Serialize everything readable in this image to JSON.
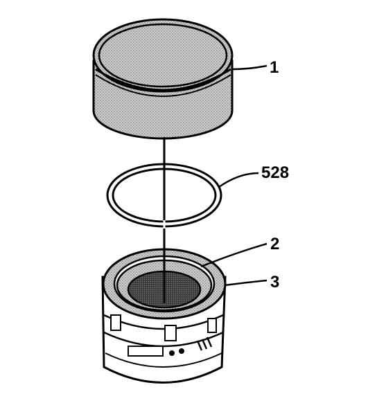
{
  "callouts": {
    "c1": "1",
    "c528": "528",
    "c2": "2",
    "c3": "3"
  },
  "colors": {
    "stroke": "#000000",
    "stipple_fill": "#bdbdbd",
    "dark_fill": "#555555",
    "background": "#ffffff"
  }
}
